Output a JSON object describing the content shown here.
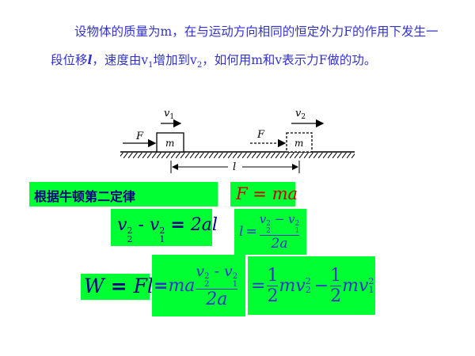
{
  "paragraph": {
    "part1": "设物体的质量为m，在与运动方向相同的恒定外力F的作用下发生一段位移",
    "symbol_l": "l",
    "part2": "，速度由v",
    "sub1": "1",
    "part3": "增加到v",
    "sub2": "2",
    "part4": "，如何用m和v表示力F做的功。"
  },
  "diagram": {
    "force_label_left": "F",
    "force_label_right": "F",
    "mass_label_left": "m",
    "mass_label_right": "m",
    "velocity_left": "v",
    "velocity_left_sub": "1",
    "velocity_right": "v",
    "velocity_right_sub": "2",
    "displacement_label": "l"
  },
  "newton_label": "根据牛顿第二定律",
  "eq_newton": {
    "lhs": "F",
    "eq": "=",
    "rhs": "ma"
  },
  "eq_kinematic": {
    "v": "v",
    "sub2": "2",
    "sub1": "1",
    "sup": "2",
    "minus": "-",
    "eq": "=",
    "rhs": "2al"
  },
  "eq_l": {
    "lhs": "l",
    "eq": "=",
    "num_v": "v",
    "sub2": "2",
    "sub1": "1",
    "sup": "2",
    "minus": "−",
    "den": "2a"
  },
  "eq_work": {
    "lhs": "W",
    "eq": "=",
    "rhs": "Fl"
  },
  "eq_work_sub": {
    "eq": "=",
    "coef": "ma",
    "v": "v",
    "sub2": "2",
    "sub1": "1",
    "sup": "2",
    "minus": "-",
    "den": "2a"
  },
  "eq_work_final": {
    "eq": "=",
    "num": "1",
    "den": "2",
    "mv": "mv",
    "sub2": "2",
    "sub1": "1",
    "sup": "2",
    "minus": "−"
  }
}
